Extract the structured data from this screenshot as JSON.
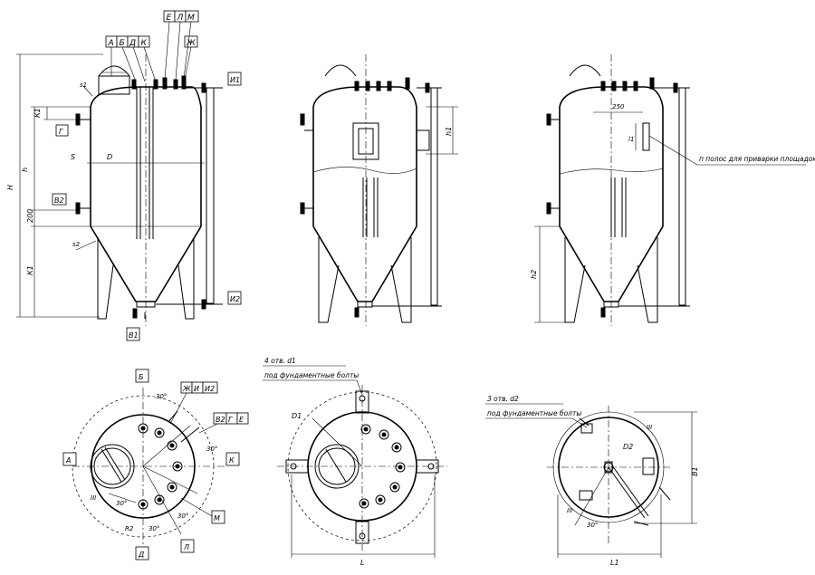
{
  "callouts_top": [
    "А",
    "Б",
    "Д",
    "К",
    "Е",
    "Л",
    "М",
    "Ж"
  ],
  "labels": {
    "I1": "И1",
    "I2": "И2",
    "K1": "К1",
    "G": "Г",
    "B2": "В2",
    "B1": "В1",
    "S": "S",
    "D": "D",
    "H": "H",
    "h": "h",
    "dim200": "200",
    "s1": "s1",
    "s2": "s2",
    "h1": "h1",
    "dim250": "250",
    "l1": "l1",
    "h2": "h2",
    "strip_note": "п полос для приварки площадок"
  },
  "plan1": {
    "B": "Б",
    "A": "А",
    "K": "К",
    "D": "Д",
    "L": "Л",
    "M": "М",
    "zh": "Ж",
    "i": "И",
    "i2": "И2",
    "v2": "В2",
    "g": "Г",
    "e": "Е",
    "ang1": "30°",
    "ang2": "30°",
    "ang3": "30°",
    "ang4": "30°",
    "ang5": "30°",
    "R": "R2",
    "sec": "III"
  },
  "plan2": {
    "note1": "4 отв. d1",
    "note2": "под фундаментные болты",
    "D1": "D1",
    "L": "L"
  },
  "plan3": {
    "note1": "3 отв. d2",
    "note2": "под фундаментные болты",
    "D2": "D2",
    "L1": "L1",
    "B1": "B1",
    "ang": "30°",
    "sec1": "III",
    "sec2": "III"
  }
}
